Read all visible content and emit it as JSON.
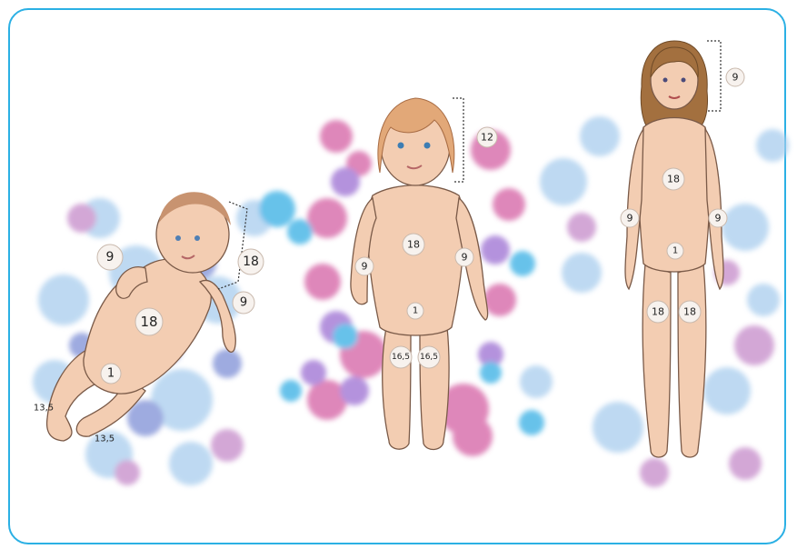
{
  "colors": {
    "frame": "#2bb0e4",
    "watercolor_blue": "#9fc7ea",
    "watercolor_pink": "#d86aa8",
    "watercolor_violet": "#9b7ad0",
    "skin": "#f3cdb2"
  },
  "figures": {
    "infant": {
      "head_percent": "18",
      "arm_left_percent": "9",
      "arm_right_percent": "9",
      "trunk_percent": "18",
      "genital_percent": "1",
      "leg_left_percent": "13,5",
      "leg_right_percent": "13,5"
    },
    "child": {
      "head_percent": "12",
      "arm_left_percent": "9",
      "arm_right_percent": "9",
      "trunk_percent": "18",
      "genital_percent": "1",
      "leg_left_percent": "16,5",
      "leg_right_percent": "16,5"
    },
    "adult": {
      "head_percent": "9",
      "arm_left_percent": "9",
      "arm_right_percent": "9",
      "trunk_percent": "18",
      "genital_percent": "1",
      "leg_left_percent": "18",
      "leg_right_percent": "18"
    }
  }
}
